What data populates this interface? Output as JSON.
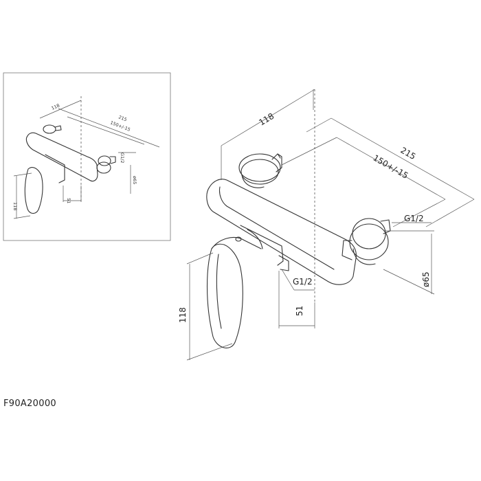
{
  "product": {
    "code": "F90A20000"
  },
  "dimensions": {
    "width_body": "118",
    "total_depth": "215",
    "wall_offset": "150+/-15",
    "inlet_thread": "G1/2",
    "outlet_thread": "G1/2",
    "rosette_diameter": "ø65",
    "outlet_offset": "51",
    "height": "118"
  },
  "thumbnail_dimensions": {
    "width_body": "118",
    "total_depth": "215",
    "wall_offset": "150+/-15",
    "inlet_thread": "G1/2",
    "rosette_diameter": "ø65",
    "outlet_offset": "51",
    "height": "118"
  },
  "colors": {
    "line": "#333333",
    "background": "#ffffff"
  }
}
